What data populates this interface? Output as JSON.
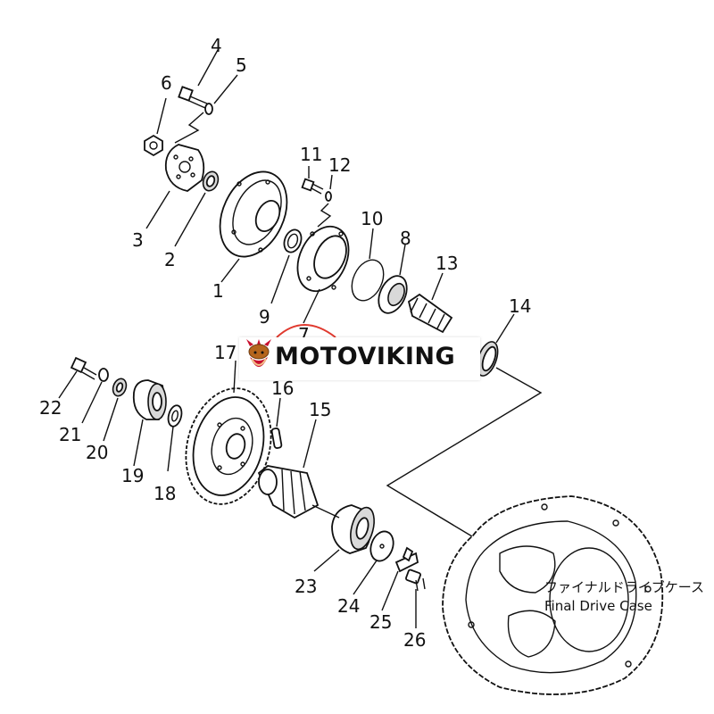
{
  "brand": {
    "name": "MOTOVIKING"
  },
  "case_label": {
    "jp": "ファイナルドライブケース",
    "en": "Final Drive Case"
  },
  "callouts": [
    {
      "id": "1",
      "label": "1"
    },
    {
      "id": "2",
      "label": "2"
    },
    {
      "id": "3",
      "label": "3"
    },
    {
      "id": "4",
      "label": "4"
    },
    {
      "id": "5",
      "label": "5"
    },
    {
      "id": "6",
      "label": "6"
    },
    {
      "id": "7",
      "label": "7"
    },
    {
      "id": "8",
      "label": "8"
    },
    {
      "id": "9",
      "label": "9"
    },
    {
      "id": "10",
      "label": "10"
    },
    {
      "id": "11",
      "label": "11"
    },
    {
      "id": "12",
      "label": "12"
    },
    {
      "id": "13",
      "label": "13"
    },
    {
      "id": "14",
      "label": "14"
    },
    {
      "id": "15",
      "label": "15"
    },
    {
      "id": "16",
      "label": "16"
    },
    {
      "id": "17",
      "label": "17"
    },
    {
      "id": "18",
      "label": "18"
    },
    {
      "id": "19",
      "label": "19"
    },
    {
      "id": "20",
      "label": "20"
    },
    {
      "id": "21",
      "label": "21"
    },
    {
      "id": "22",
      "label": "22"
    },
    {
      "id": "23",
      "label": "23"
    },
    {
      "id": "24",
      "label": "24"
    },
    {
      "id": "25",
      "label": "25"
    },
    {
      "id": "26",
      "label": "26"
    }
  ],
  "colors": {
    "line": "#111111",
    "highlight_circle": "#e03a2f",
    "logo_red": "#c8102e"
  }
}
